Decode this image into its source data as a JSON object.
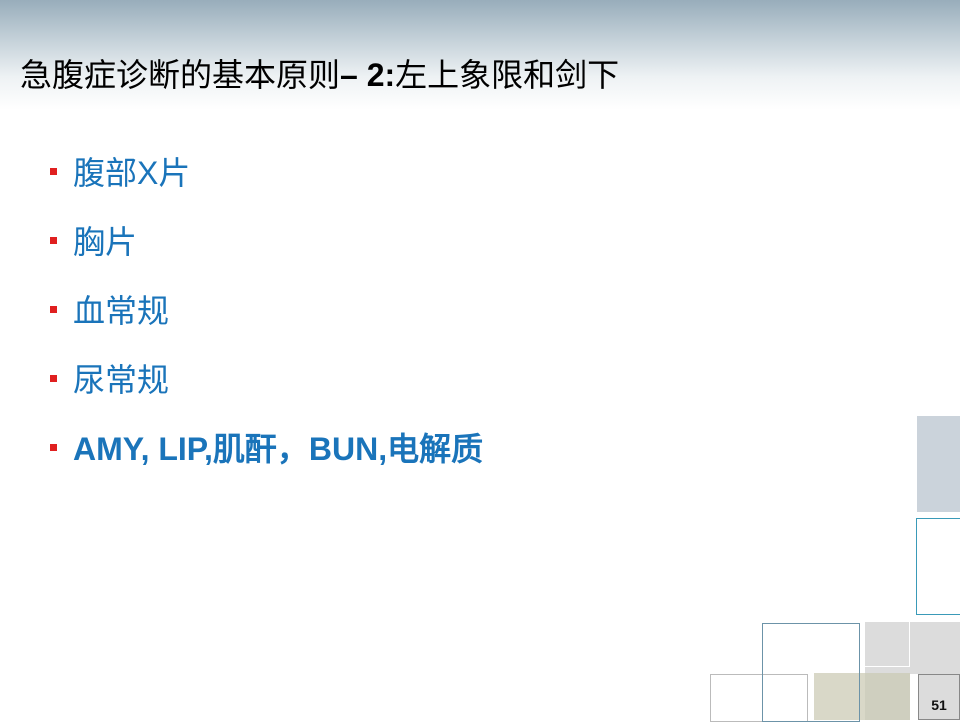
{
  "slide": {
    "title_prefix": "急腹症诊断的基本原则",
    "title_dash_num": "– 2:",
    "title_suffix": "左上象限和剑下",
    "bullets": [
      "腹部X片",
      "胸片",
      "血常规",
      "尿常规",
      "AMY, LIP,肌酐，BUN,电解质"
    ],
    "page_number": "51"
  },
  "colors": {
    "bullet_text": "#1a74ba",
    "bullet_marker": "#e02020",
    "title": "#000000"
  }
}
